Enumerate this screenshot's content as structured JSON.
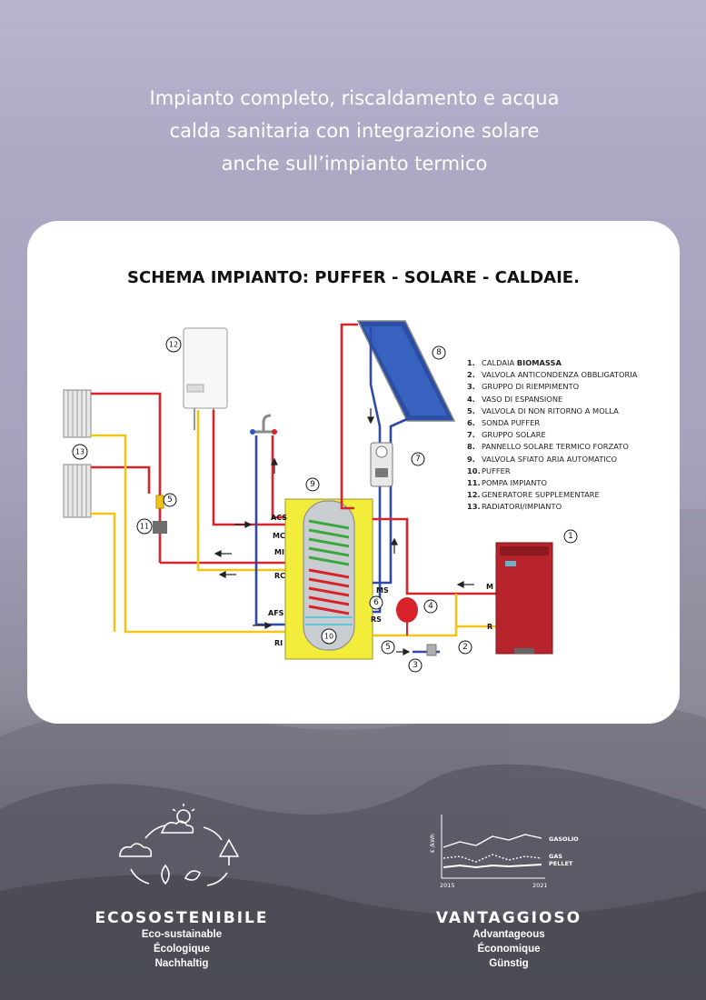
{
  "headline": {
    "line1": "Impianto completo, riscaldamento e acqua",
    "line2": "calda sanitaria con integrazione solare",
    "line3": "anche sull’impianto termico"
  },
  "card": {
    "title": "SCHEMA IMPIANTO: PUFFER - SOLARE - CALDAIE."
  },
  "legend": [
    {
      "num": "1.",
      "text": "CALDAIA ",
      "bold": "BIOMASSA"
    },
    {
      "num": "2.",
      "text": "VALVOLA ANTICONDENZA OBBLIGATORIA",
      "bold": ""
    },
    {
      "num": "3.",
      "text": "GRUPPO DI RIEMPIMENTO",
      "bold": ""
    },
    {
      "num": "4.",
      "text": "VASO DI ESPANSIONE",
      "bold": ""
    },
    {
      "num": "5.",
      "text": "VALVOLA DI NON RITORNO A MOLLA",
      "bold": ""
    },
    {
      "num": "6.",
      "text": "SONDA PUFFER",
      "bold": ""
    },
    {
      "num": "7.",
      "text": "GRUPPO SOLARE",
      "bold": ""
    },
    {
      "num": "8.",
      "text": "PANNELLO SOLARE TERMICO FORZATO",
      "bold": ""
    },
    {
      "num": "9.",
      "text": "VALVOLA SFIATO ARIA AUTOMATICO",
      "bold": ""
    },
    {
      "num": "10.",
      "text": "PUFFER",
      "bold": ""
    },
    {
      "num": "11.",
      "text": "POMPA IMPIANTO",
      "bold": ""
    },
    {
      "num": "12.",
      "text": "GENERATORE  SUPPLEMENTARE",
      "bold": ""
    },
    {
      "num": "13.",
      "text": "RADIATORI/IMPIANTO",
      "bold": ""
    }
  ],
  "diagram_labels": {
    "acs": "ACS",
    "mc": "MC",
    "mi": "MI",
    "rc": "RC",
    "afs": "AFS",
    "ri": "RI",
    "ms": "MS",
    "rs": "RS",
    "m": "M",
    "r": "R"
  },
  "markers": [
    "1",
    "2",
    "3",
    "4",
    "5",
    "6",
    "7",
    "8",
    "9",
    "10",
    "11",
    "12",
    "13"
  ],
  "colors": {
    "hot": "#d8232a",
    "return": "#f2c318",
    "cold": "#2f49a8",
    "tank": "#f2ec3a",
    "boiler": "#b8242b"
  },
  "features": [
    {
      "title": "ECOSOSTENIBILE",
      "sub1": "Eco-sustainable",
      "sub2": "Écologique",
      "sub3": "Nachhaltig"
    },
    {
      "title": "VANTAGGIOSO",
      "sub1": "Advantageous",
      "sub2": "Économique",
      "sub3": "Günstig"
    }
  ],
  "cost_chart": {
    "series": [
      "GASOLIO",
      "GAS",
      "PELLET"
    ],
    "x_start": "2015",
    "x_end": "2021",
    "y_label": "€ /kWh"
  }
}
